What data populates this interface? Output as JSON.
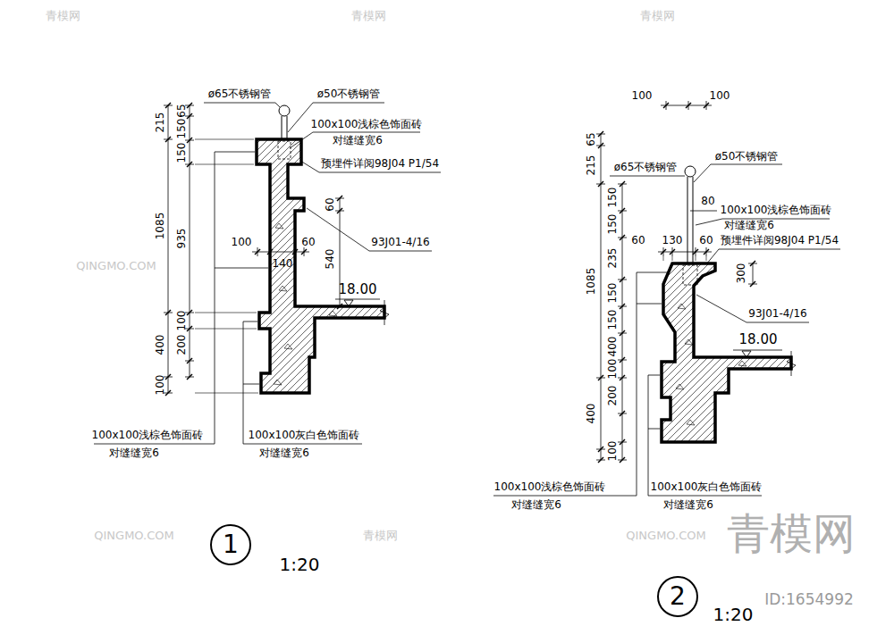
{
  "diagram": {
    "nodes": [
      {
        "text": [
          "1"
        ]
      },
      {
        "text": [
          "2"
        ]
      }
    ],
    "labels": [
      "ø65不锈钢管",
      "ø50不锈钢管",
      "100x100浅棕色饰面砖",
      "对缝缝宽6",
      "预埋件详阅98J04 P1/54",
      "60",
      "540",
      "93J01-4/16",
      "100",
      "60",
      "140",
      "18.00",
      "215",
      "1085",
      "400",
      "100",
      "65",
      "150",
      "150",
      "935",
      "100",
      "200",
      "100x100浅棕色饰面砖",
      "对缝缝宽6",
      "100x100灰白色饰面砖",
      "对缝缝宽6",
      "1:20",
      "100",
      "100",
      "65",
      "215",
      "1085",
      "400",
      "150",
      "150",
      "235",
      "150",
      "150",
      "400",
      "100",
      "200",
      "100",
      "ø65不锈钢管",
      "ø50不锈钢管",
      "80",
      "100x100浅棕色饰面砖",
      "对缝缝宽6",
      "60",
      "130",
      "60",
      "预埋件详阅98J04 P1/54",
      "300",
      "93J01-4/16",
      "18.00",
      "100x100浅棕色饰面砖",
      "对缝缝宽6",
      "100x100灰白色饰面砖",
      "对缝缝宽6",
      "1:20",
      "青模网",
      "青模网",
      "青模网",
      "QINGMO.COM",
      "QINGMO.COM",
      "青模网",
      "QINGMO.COM",
      "青模网",
      "ID:1654992"
    ]
  }
}
